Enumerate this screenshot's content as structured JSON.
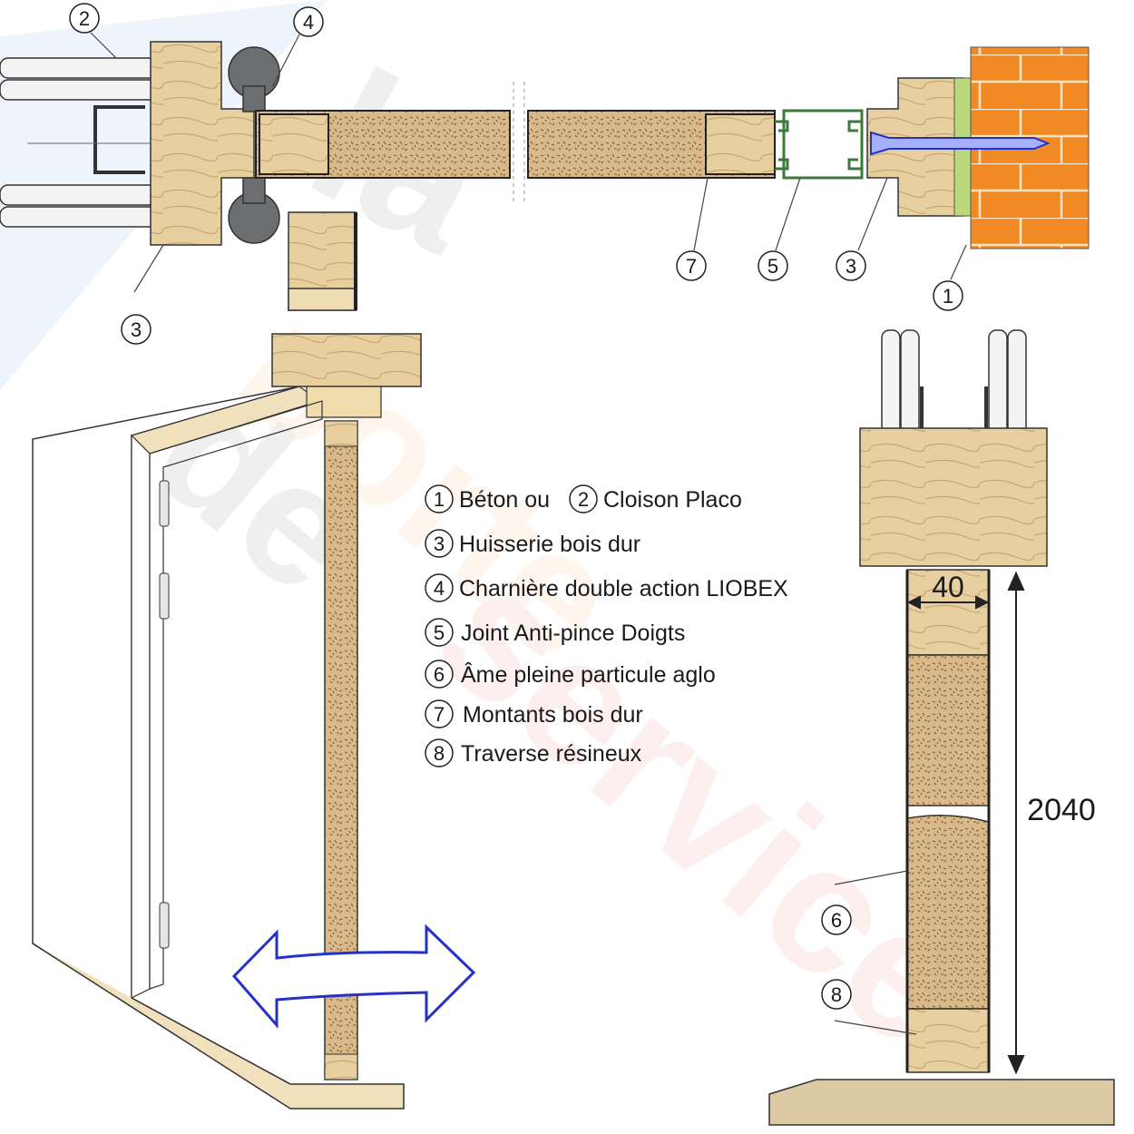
{
  "watermark": {
    "line1": "la",
    "line2": "porte",
    "line3": "de",
    "line4": "service"
  },
  "callouts": {
    "c1": "1",
    "c2": "2",
    "c3a": "3",
    "c3b": "3",
    "c4": "4",
    "c5": "5",
    "c6": "6",
    "c7": "7",
    "c8": "8"
  },
  "legend": [
    {
      "num": "1",
      "text": "Béton ou",
      "num2": "2",
      "text2": "Cloison Placo"
    },
    {
      "num": "3",
      "text": "Huisserie bois dur"
    },
    {
      "num": "4",
      "text": "Charnière double action LIOBEX"
    },
    {
      "num": "5",
      "text": "Joint Anti-pince Doigts"
    },
    {
      "num": "6",
      "text": "Âme pleine particule aglo"
    },
    {
      "num": "7",
      "text": "Montants bois dur"
    },
    {
      "num": "8",
      "text": "Traverse résineux"
    }
  ],
  "dimensions": {
    "thickness": "40",
    "height": "2040"
  },
  "colors": {
    "wood": "#e8cfa0",
    "wood_dark": "#c9a56e",
    "particle": "#d9b98a",
    "brick": "#f08a24",
    "hinge": "#6d6e70",
    "arrow": "#2432c8",
    "gasket": "#3a7a3a"
  }
}
